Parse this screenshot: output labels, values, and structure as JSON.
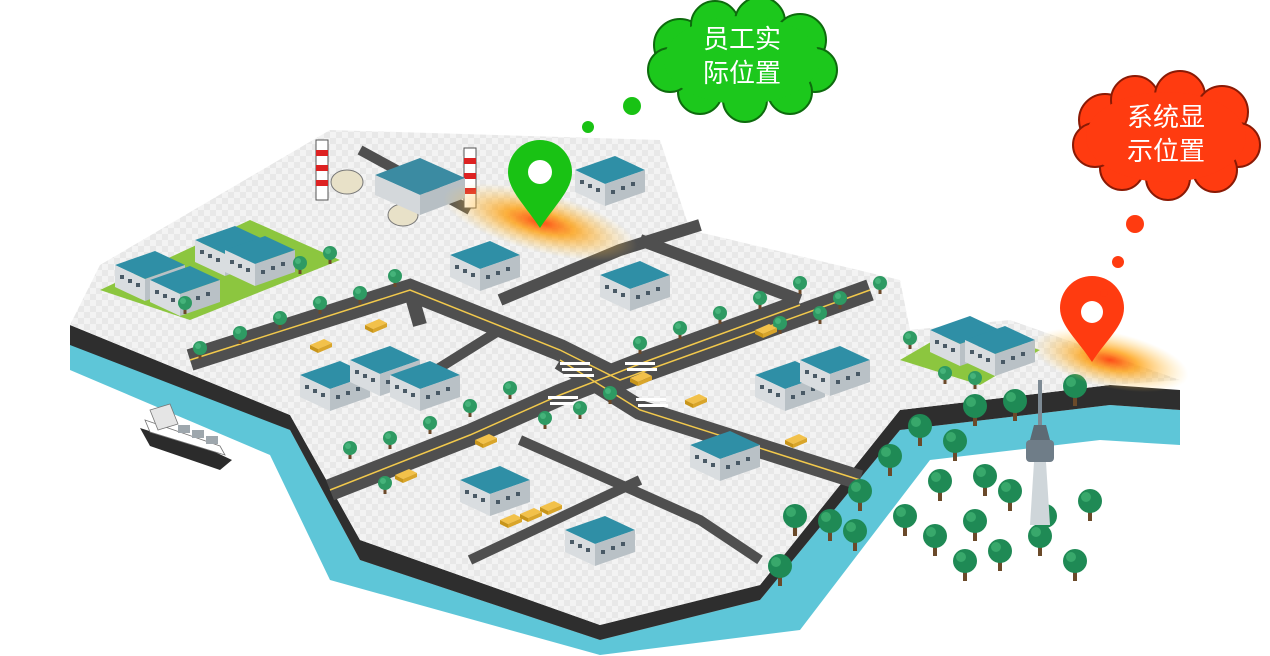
{
  "callouts": {
    "actual": {
      "line1": "员工实",
      "line2": "际位置",
      "color": "#1cc81c"
    },
    "system": {
      "line1": "系统显",
      "line2": "示位置",
      "color": "#ff3b10"
    }
  },
  "colors": {
    "ground": "#f1f1f1",
    "road": "#4f4f4f",
    "water": "#5ec6d8",
    "tree": "#2e9a63",
    "roof": "#2f8fa6",
    "glow": "#ffb020"
  },
  "icons": {
    "actual_pin": "map-pin-icon",
    "system_pin": "map-pin-icon",
    "ship": "ship-icon",
    "tower": "tv-tower-icon"
  }
}
